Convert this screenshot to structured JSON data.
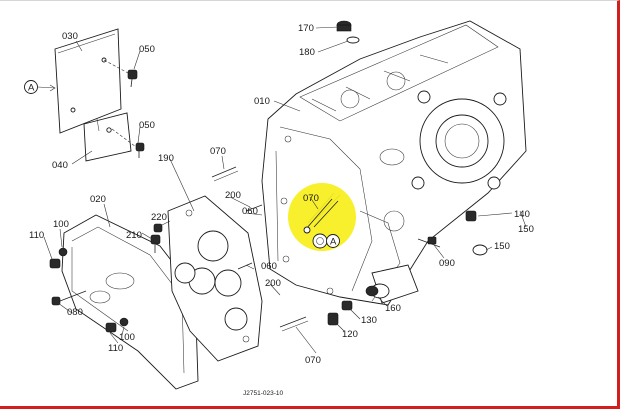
{
  "diagram": {
    "drawing_number": "J2751-023-10",
    "reference_marker": "A",
    "highlight_color": "#f7ef1a",
    "frame_accent_color": "#d21e1e",
    "callouts": [
      {
        "id": "030",
        "label": "030"
      },
      {
        "id": "050a",
        "label": "050"
      },
      {
        "id": "050b",
        "label": "050"
      },
      {
        "id": "040",
        "label": "040"
      },
      {
        "id": "170",
        "label": "170"
      },
      {
        "id": "180",
        "label": "180"
      },
      {
        "id": "010",
        "label": "010"
      },
      {
        "id": "190",
        "label": "190"
      },
      {
        "id": "070a",
        "label": "070"
      },
      {
        "id": "070b",
        "label": "070"
      },
      {
        "id": "070c",
        "label": "070"
      },
      {
        "id": "020",
        "label": "020"
      },
      {
        "id": "200a",
        "label": "200"
      },
      {
        "id": "200b",
        "label": "200"
      },
      {
        "id": "060a",
        "label": "060"
      },
      {
        "id": "060b",
        "label": "060"
      },
      {
        "id": "220",
        "label": "220"
      },
      {
        "id": "210",
        "label": "210"
      },
      {
        "id": "100a",
        "label": "100"
      },
      {
        "id": "100b",
        "label": "100"
      },
      {
        "id": "110a",
        "label": "110"
      },
      {
        "id": "110b",
        "label": "110"
      },
      {
        "id": "080",
        "label": "080"
      },
      {
        "id": "140",
        "label": "140"
      },
      {
        "id": "150a",
        "label": "150"
      },
      {
        "id": "150b",
        "label": "150"
      },
      {
        "id": "090",
        "label": "090"
      },
      {
        "id": "160",
        "label": "160"
      },
      {
        "id": "130",
        "label": "130"
      },
      {
        "id": "120",
        "label": "120"
      }
    ]
  }
}
